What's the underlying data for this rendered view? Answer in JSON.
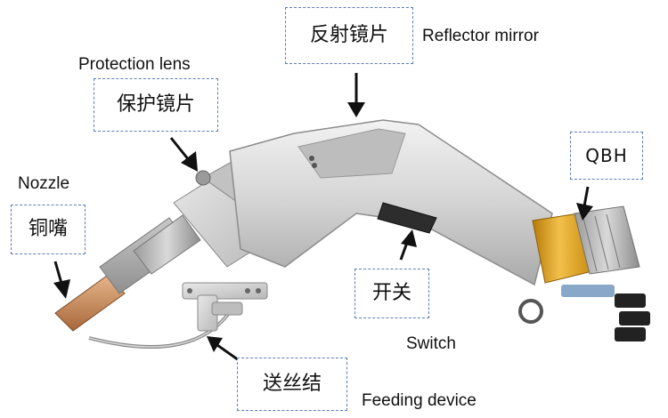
{
  "labels": {
    "reflector_cn": "反射镜片",
    "reflector_en": "Reflector mirror",
    "protection_cn": "保护镜片",
    "protection_en": "Protection lens",
    "nozzle_en": "Nozzle",
    "nozzle_cn": "铜嘴",
    "qbh": "QBH",
    "switch_cn": "开关",
    "switch_en": "Switch",
    "feeder_cn": "送丝结",
    "feeder_en": "Feeding device"
  },
  "colors": {
    "box_border": "#5b7fb5",
    "body_metal": "#cfcfcf",
    "gold_ring": "#e0a21a",
    "copper_tip": "#c98a5a",
    "arrow": "#111111"
  }
}
